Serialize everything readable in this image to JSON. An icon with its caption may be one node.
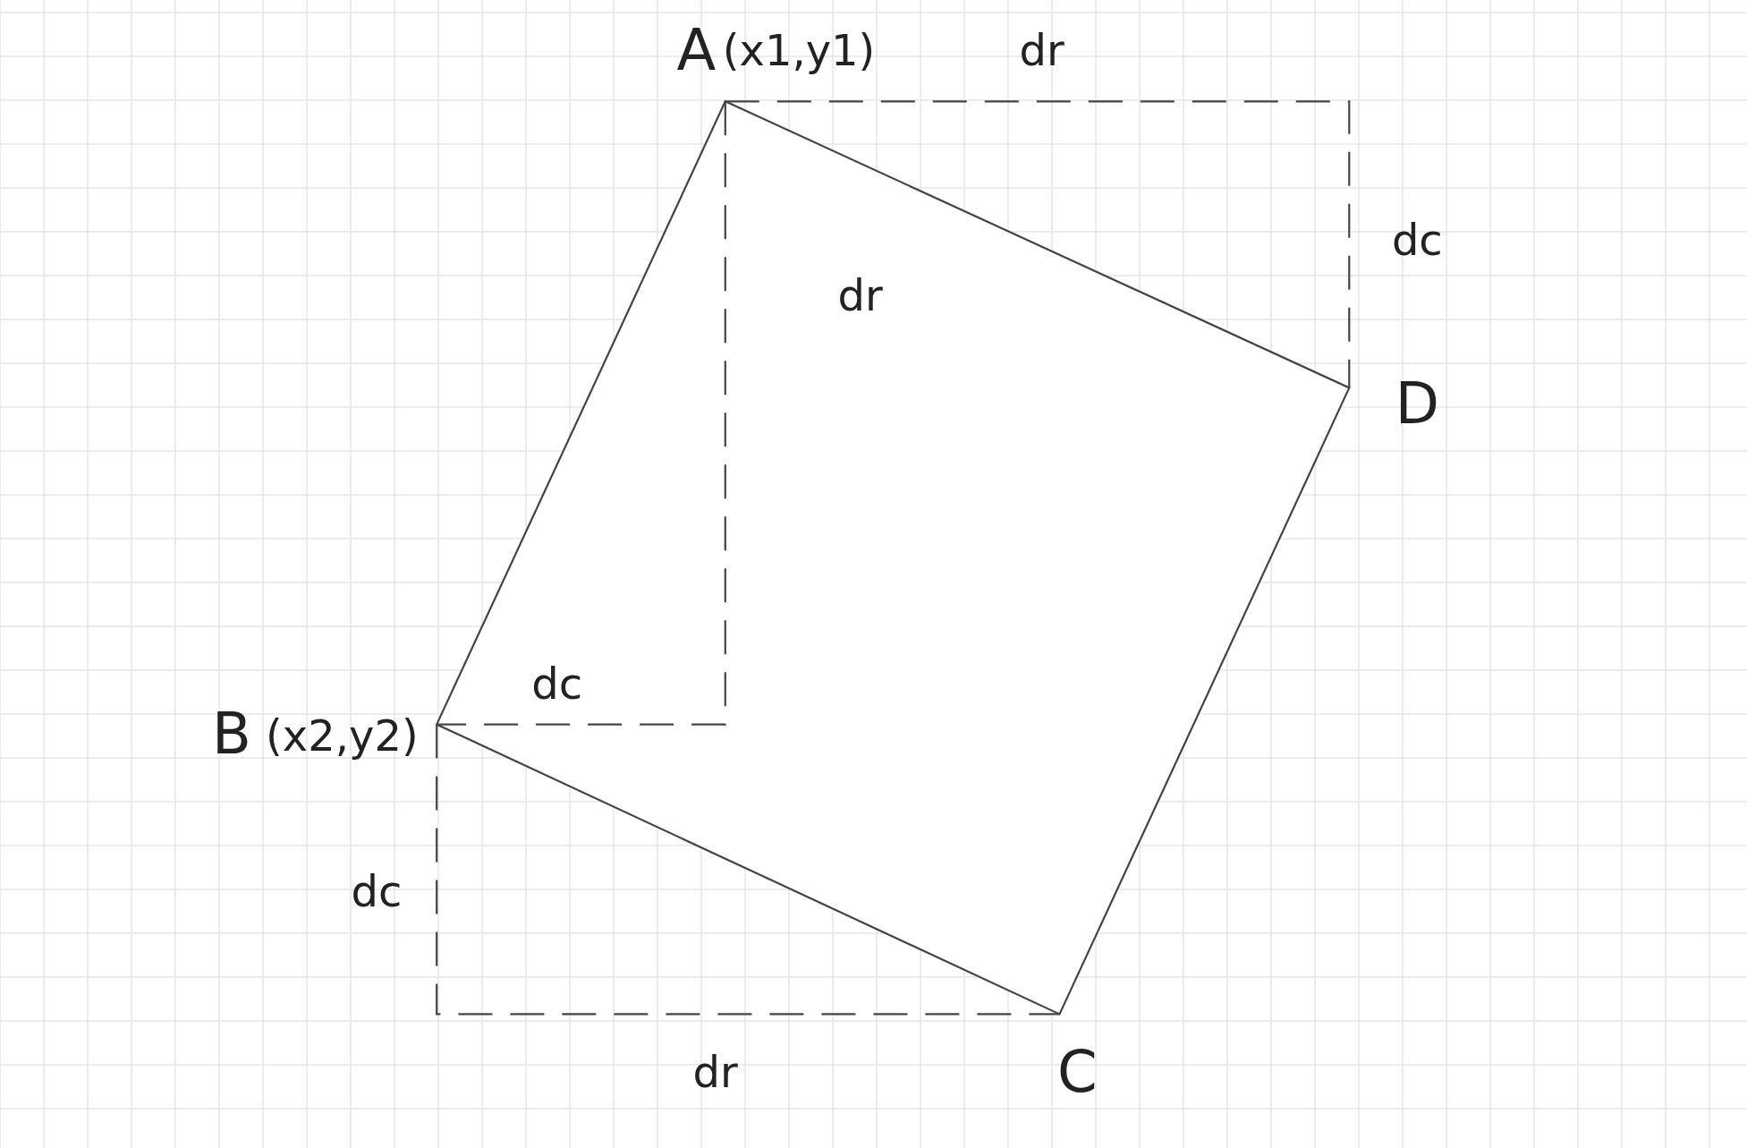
{
  "diagram": {
    "labels": [
      "A",
      "(x1,y1)",
      "dr",
      "dc",
      "dr",
      "D",
      "dc",
      "B",
      "(x2,y2)",
      "dc",
      "dr",
      "C"
    ]
  }
}
